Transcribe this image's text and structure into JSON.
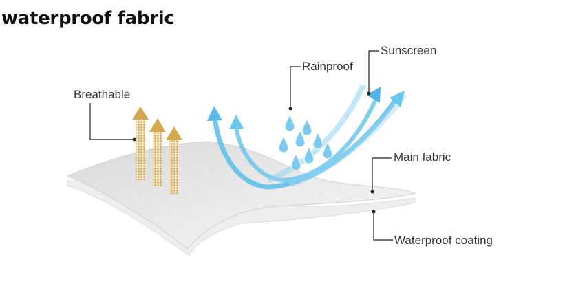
{
  "title": "waterproof fabric",
  "labels": {
    "sunscreen": "Sunscreen",
    "rainproof": "Rainproof",
    "breathable": "Breathable",
    "main_fabric": "Main fabric",
    "waterproof_coating": "Waterproof coating"
  },
  "colors": {
    "fabric_top": "#e6e6e6",
    "fabric_edge": "#f4f4f4",
    "arrow_blue": "#5bbde6",
    "drop_blue": "#7ccbef",
    "breath_gold": "#d8b05c",
    "leader_line": "#222222"
  }
}
